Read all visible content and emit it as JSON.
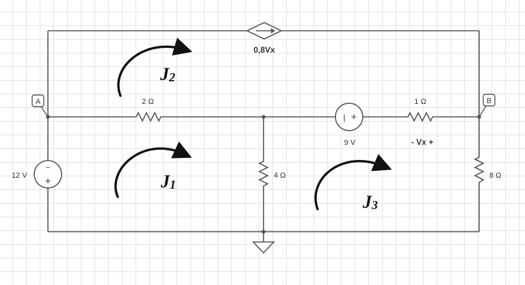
{
  "circuit": {
    "nodes": {
      "a": "A",
      "b": "B"
    },
    "sources": {
      "v12": {
        "value": "12 V",
        "minus": "−",
        "plus": "+"
      },
      "v9": {
        "value": "9 V",
        "left_sign": "|",
        "right_sign": "+"
      },
      "dependent": {
        "value": "0,8Vx"
      }
    },
    "resistors": {
      "r2": "2 Ω",
      "r4": "4 Ω",
      "r1": "1 Ω",
      "r8": "8 Ω"
    },
    "vx_label": "- Vx +",
    "meshes": [
      {
        "name": "J",
        "sub": "2"
      },
      {
        "name": "J",
        "sub": "1"
      },
      {
        "name": "J",
        "sub": "3"
      }
    ]
  },
  "colors": {
    "wire": "#555555",
    "arrow": "#111111",
    "grid": "#e4e4e4",
    "tag_border": "#555555"
  }
}
